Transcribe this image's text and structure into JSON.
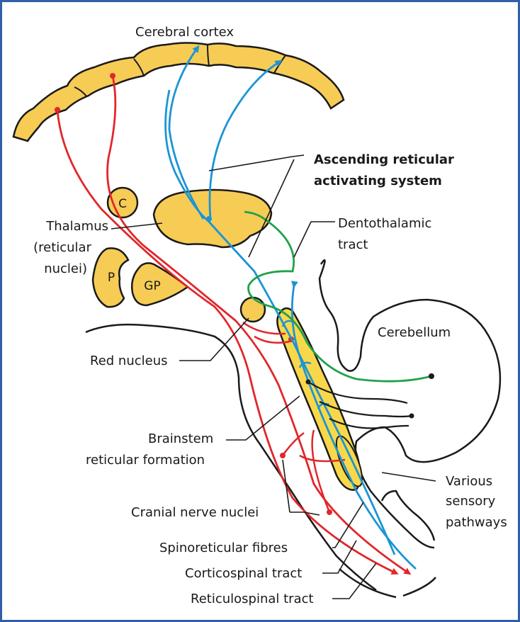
{
  "colors": {
    "frame": "#2f5fa8",
    "structure_fill": "#f6cc55",
    "structure_stroke": "#1a1a1a",
    "corticospinal": "#e2262a",
    "ascending": "#1b95d4",
    "dentothalamic": "#1fa24a",
    "outline": "#1a1a1a"
  },
  "labels": {
    "cerebral_cortex": "Cerebral cortex",
    "aras_line1": "Ascending reticular",
    "aras_line2": "activating system",
    "thalamus_line1": "Thalamus",
    "thalamus_line2": "(reticular",
    "thalamus_line3": "nuclei)",
    "dentothalamic_line1": "Dentothalamic",
    "dentothalamic_line2": "tract",
    "cerebellum": "Cerebellum",
    "red_nucleus": "Red nucleus",
    "brainstem_line1": "Brainstem",
    "brainstem_line2": "reticular formation",
    "cranial_nerve_nuclei": "Cranial nerve nuclei",
    "various_line1": "Various",
    "various_line2": "sensory",
    "various_line3": "pathways",
    "spinoreticular": "Spinoreticular fibres",
    "corticospinal": "Corticospinal tract",
    "reticulospinal": "Reticulospinal tract"
  },
  "structures": {
    "caudate": "C",
    "putamen": "P",
    "globus_pallidus": "GP"
  }
}
